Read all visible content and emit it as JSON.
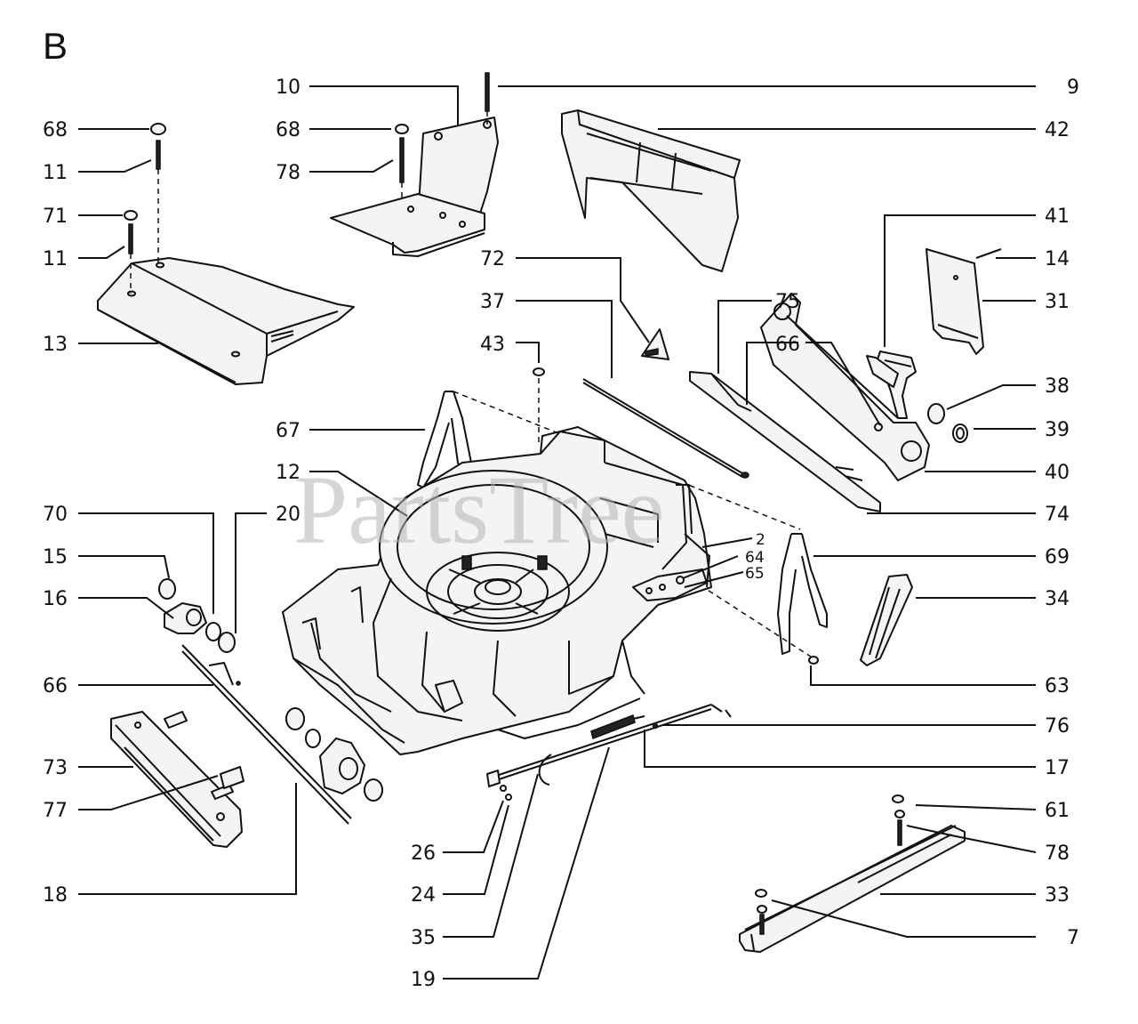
{
  "section_label": "B",
  "watermark": "PartsTree",
  "callouts": [
    "10",
    "9",
    "68",
    "68",
    "42",
    "11",
    "78",
    "71",
    "41",
    "11",
    "14",
    "72",
    "31",
    "75",
    "37",
    "13",
    "66",
    "43",
    "38",
    "39",
    "67",
    "40",
    "12",
    "74",
    "70",
    "20",
    "69",
    "2",
    "64",
    "65",
    "15",
    "34",
    "16",
    "63",
    "66",
    "76",
    "73",
    "17",
    "77",
    "61",
    "78",
    "26",
    "18",
    "24",
    "33",
    "35",
    "7",
    "19"
  ]
}
